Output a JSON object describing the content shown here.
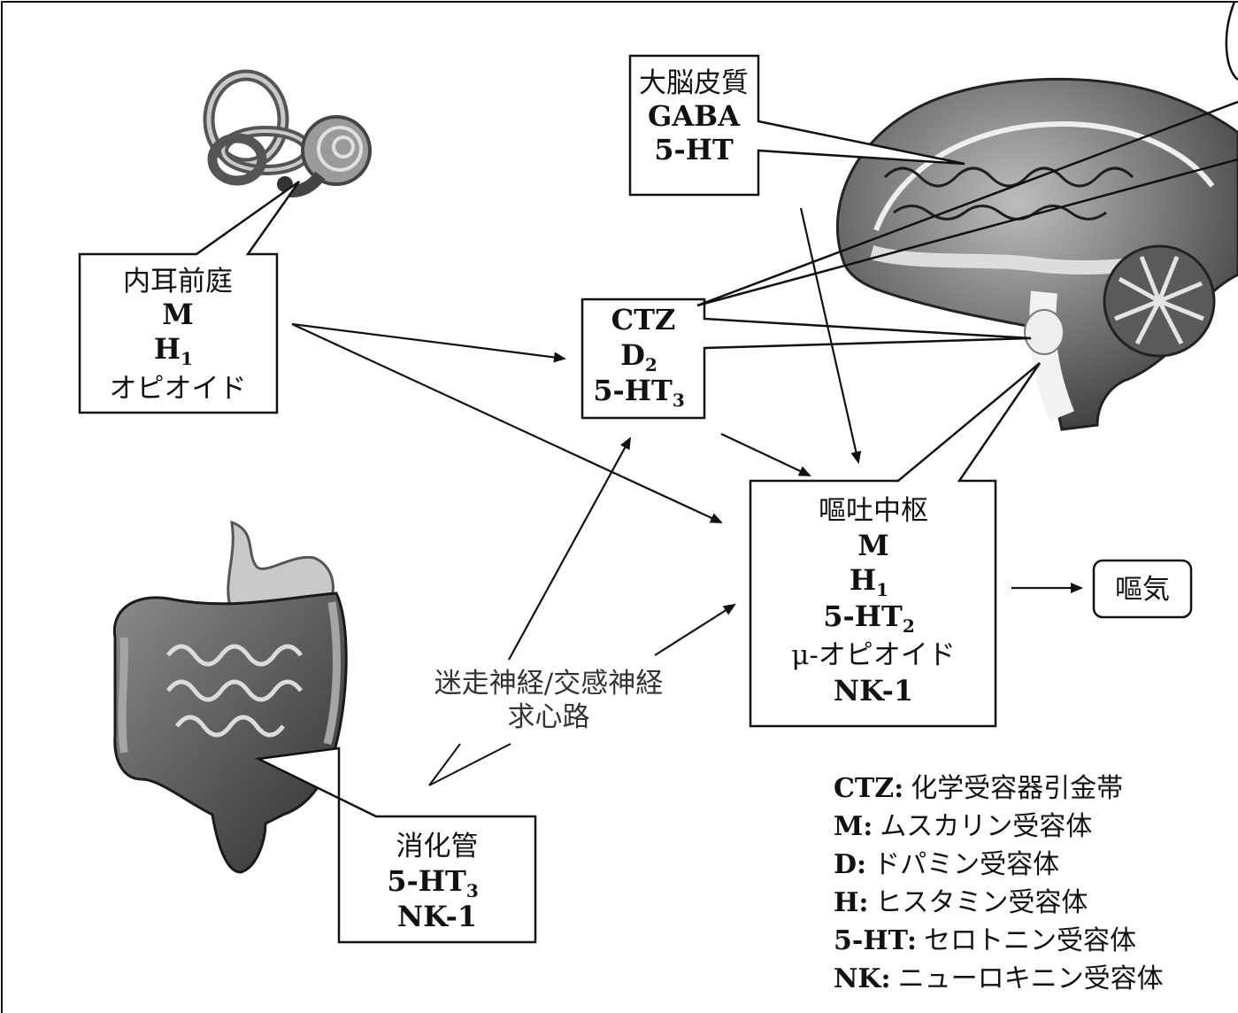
{
  "inner_ear": {
    "lines": [
      "内耳前庭",
      "M",
      "H",
      "オピオイド"
    ],
    "h_sub": "1"
  },
  "cortex": {
    "lines": [
      "大脳皮質",
      "GABA",
      "5-HT"
    ]
  },
  "ctz": {
    "lines": [
      "CTZ",
      "D",
      "5-HT"
    ],
    "d_sub": "2",
    "ht_sub": "3"
  },
  "vomit_center": {
    "lines": [
      "嘔吐中枢",
      "M",
      "H",
      "5-HT",
      "μ-オピオイド",
      "NK-1"
    ],
    "h_sub": "1",
    "ht_sub": "2"
  },
  "nausea": {
    "label": "嘔気"
  },
  "gut": {
    "lines": [
      "消化管",
      "5-HT",
      "NK-1"
    ],
    "ht_sub": "3"
  },
  "afferent": {
    "line1": "迷走神経/交感神経",
    "line2": "求心路"
  },
  "legend": [
    {
      "abbr": "CTZ:",
      "text": "化学受容器引金帯"
    },
    {
      "abbr": "M:",
      "text": "ムスカリン受容体"
    },
    {
      "abbr": "D:",
      "text": "ドパミン受容体"
    },
    {
      "abbr": "H:",
      "text": "ヒスタミン受容体"
    },
    {
      "abbr": "5-HT:",
      "text": "セロトニン受容体"
    },
    {
      "abbr": "NK:",
      "text": "ニューロキニン受容体"
    }
  ],
  "icons": [
    "inner-ear-illustration",
    "brain-illustration",
    "digestive-tract-illustration"
  ]
}
